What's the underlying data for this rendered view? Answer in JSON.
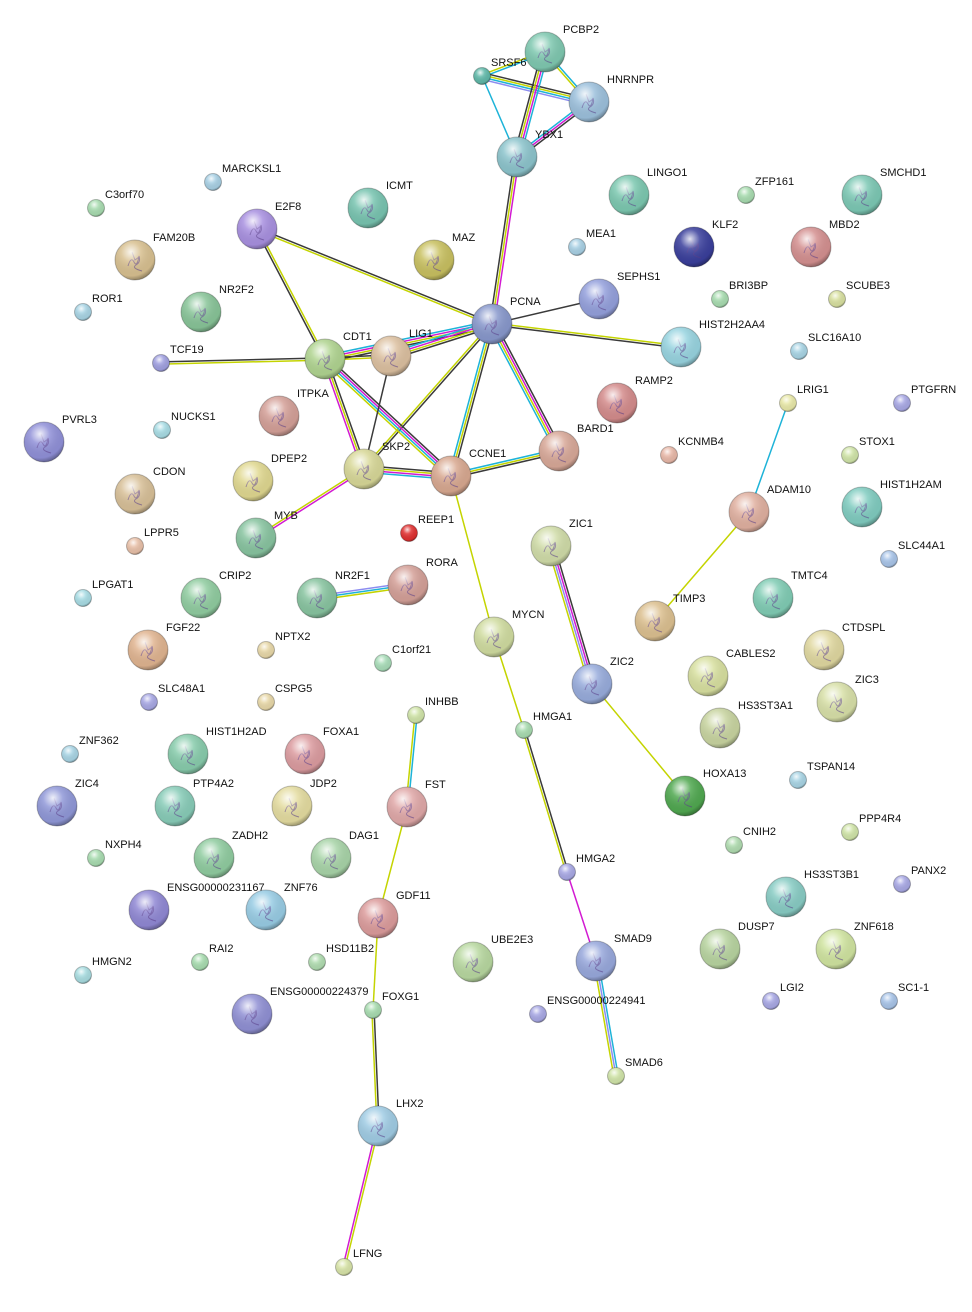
{
  "title": "Protein interaction network",
  "evidence_colors": {
    "black": "#3a3a3a",
    "yellow": "#c4d400",
    "magenta": "#d21ad2",
    "cyan": "#1db3d8",
    "lavender": "#8c8cf0"
  },
  "nodes": [
    {
      "name": "PCBP2",
      "color": "#7fc8b0",
      "big": true
    },
    {
      "name": "SRSF6",
      "color": "#5fb8a8",
      "big": false
    },
    {
      "name": "HNRNPR",
      "color": "#9cc0dc",
      "big": true
    },
    {
      "name": "YBX1",
      "color": "#8cc4cc",
      "big": true
    },
    {
      "name": "MARCKSL1",
      "color": "#a8d0e4",
      "big": false
    },
    {
      "name": "ICMT",
      "color": "#78c4b0",
      "big": true
    },
    {
      "name": "LINGO1",
      "color": "#7cc8b0",
      "big": true
    },
    {
      "name": "ZFP161",
      "color": "#a8dcb0",
      "big": false
    },
    {
      "name": "SMCHD1",
      "color": "#7cc8b4",
      "big": true
    },
    {
      "name": "C3orf70",
      "color": "#a8dcb0",
      "big": false
    },
    {
      "name": "E2F8",
      "color": "#a890e0",
      "big": true
    },
    {
      "name": "MEA1",
      "color": "#a8d0e4",
      "big": false
    },
    {
      "name": "KLF2",
      "color": "#3a3f9c",
      "big": true
    },
    {
      "name": "MBD2",
      "color": "#d49090",
      "big": true
    },
    {
      "name": "FAM20B",
      "color": "#d8c090",
      "big": true
    },
    {
      "name": "MAZ",
      "color": "#c8c060",
      "big": true
    },
    {
      "name": "ROR1",
      "color": "#a8d4e4",
      "big": false
    },
    {
      "name": "NR2F2",
      "color": "#88c498",
      "big": true
    },
    {
      "name": "BRI3BP",
      "color": "#a8dcb0",
      "big": false
    },
    {
      "name": "SEPHS1",
      "color": "#94a0dc",
      "big": true
    },
    {
      "name": "SCUBE3",
      "color": "#d8e0a0",
      "big": false
    },
    {
      "name": "PCNA",
      "color": "#8898cc",
      "big": true
    },
    {
      "name": "HIST2H2AA4",
      "color": "#98d4e0",
      "big": true
    },
    {
      "name": "SLC16A10",
      "color": "#a8d4e4",
      "big": false
    },
    {
      "name": "TCF19",
      "color": "#a0a0e0",
      "big": false
    },
    {
      "name": "CDT1",
      "color": "#b0d490",
      "big": true
    },
    {
      "name": "LIG1",
      "color": "#dcc0a0",
      "big": true
    },
    {
      "name": "PVRL3",
      "color": "#9090d8",
      "big": true
    },
    {
      "name": "NUCKS1",
      "color": "#a8dce4",
      "big": false
    },
    {
      "name": "ITPKA",
      "color": "#d4a098",
      "big": true
    },
    {
      "name": "RAMP2",
      "color": "#d48c8c",
      "big": true
    },
    {
      "name": "LRIG1",
      "color": "#e8e8a8",
      "big": false
    },
    {
      "name": "PTGFRN",
      "color": "#a8a8e4",
      "big": false
    },
    {
      "name": "BARD1",
      "color": "#d8a898",
      "big": true
    },
    {
      "name": "KCNMB4",
      "color": "#e8b8a8",
      "big": false
    },
    {
      "name": "STOX1",
      "color": "#d0e4a8",
      "big": false
    },
    {
      "name": "DPEP2",
      "color": "#e0d890",
      "big": true
    },
    {
      "name": "CDON",
      "color": "#d8c098",
      "big": true
    },
    {
      "name": "SKP2",
      "color": "#d8d898",
      "big": true
    },
    {
      "name": "CCNE1",
      "color": "#d8a890",
      "big": true
    },
    {
      "name": "ADAM10",
      "color": "#e0b0a0",
      "big": true
    },
    {
      "name": "HIST1H2AM",
      "color": "#80ccc0",
      "big": true
    },
    {
      "name": "REEP1",
      "color": "#e03030",
      "big": false
    },
    {
      "name": "MYB",
      "color": "#88c4a0",
      "big": true
    },
    {
      "name": "LPPR5",
      "color": "#e8c0a8",
      "big": false
    },
    {
      "name": "ZIC1",
      "color": "#d0dca8",
      "big": true
    },
    {
      "name": "SLC44A1",
      "color": "#a8c4e8",
      "big": false
    },
    {
      "name": "LPGAT1",
      "color": "#a8dce4",
      "big": false
    },
    {
      "name": "CRIP2",
      "color": "#90cca0",
      "big": true
    },
    {
      "name": "NR2F1",
      "color": "#88c4a0",
      "big": true
    },
    {
      "name": "RORA",
      "color": "#d4a098",
      "big": true
    },
    {
      "name": "TMTC4",
      "color": "#80ccb4",
      "big": true
    },
    {
      "name": "TIMP3",
      "color": "#dcc090",
      "big": true
    },
    {
      "name": "MYCN",
      "color": "#d0dca0",
      "big": true
    },
    {
      "name": "FGF22",
      "color": "#e0b490",
      "big": true
    },
    {
      "name": "NPTX2",
      "color": "#e8d8a8",
      "big": false
    },
    {
      "name": "C1orf21",
      "color": "#a8dcb8",
      "big": false
    },
    {
      "name": "CTDSPL",
      "color": "#e0d8a0",
      "big": true
    },
    {
      "name": "CABLES2",
      "color": "#d8e0a0",
      "big": true
    },
    {
      "name": "ZIC2",
      "color": "#98acdc",
      "big": true
    },
    {
      "name": "SLC48A1",
      "color": "#a8a8e4",
      "big": false
    },
    {
      "name": "CSPG5",
      "color": "#e8d8a8",
      "big": false
    },
    {
      "name": "ZIC3",
      "color": "#d8e0a8",
      "big": true
    },
    {
      "name": "INHBB",
      "color": "#d0e4a8",
      "big": false
    },
    {
      "name": "HMGA1",
      "color": "#a8dcb0",
      "big": false
    },
    {
      "name": "HS3ST3A1",
      "color": "#c8d4a0",
      "big": true
    },
    {
      "name": "ZNF362",
      "color": "#a8d4e4",
      "big": false
    },
    {
      "name": "HIST1H2AD",
      "color": "#88ccac",
      "big": true
    },
    {
      "name": "FOXA1",
      "color": "#dc9ca0",
      "big": true
    },
    {
      "name": "TSPAN14",
      "color": "#a8d4e4",
      "big": false
    },
    {
      "name": "ZIC4",
      "color": "#9098d8",
      "big": true
    },
    {
      "name": "PTP4A2",
      "color": "#88ccb8",
      "big": true
    },
    {
      "name": "JDP2",
      "color": "#e4dca0",
      "big": true
    },
    {
      "name": "FST",
      "color": "#e0a8a8",
      "big": true
    },
    {
      "name": "HOXA13",
      "color": "#50a850",
      "big": true
    },
    {
      "name": "CNIH2",
      "color": "#b0dcb0",
      "big": false
    },
    {
      "name": "PPP4R4",
      "color": "#d0e4a8",
      "big": false
    },
    {
      "name": "NXPH4",
      "color": "#a8dcb0",
      "big": false
    },
    {
      "name": "ZADH2",
      "color": "#90cca0",
      "big": true
    },
    {
      "name": "DAG1",
      "color": "#a8d4a8",
      "big": true
    },
    {
      "name": "HMGA2",
      "color": "#a8a8e4",
      "big": false
    },
    {
      "name": "HS3ST3B1",
      "color": "#88ccc4",
      "big": true
    },
    {
      "name": "PANX2",
      "color": "#a8a8e4",
      "big": false
    },
    {
      "name": "ENSG00000231167",
      "color": "#9088d4",
      "big": true
    },
    {
      "name": "ZNF76",
      "color": "#98cce4",
      "big": true
    },
    {
      "name": "GDF11",
      "color": "#dc9c9c",
      "big": true
    },
    {
      "name": "UBE2E3",
      "color": "#b8d8a0",
      "big": true
    },
    {
      "name": "SMAD9",
      "color": "#98a8dc",
      "big": true
    },
    {
      "name": "DUSP7",
      "color": "#b8d4a0",
      "big": true
    },
    {
      "name": "ZNF618",
      "color": "#d0e4a0",
      "big": true
    },
    {
      "name": "HMGN2",
      "color": "#a8dce0",
      "big": false
    },
    {
      "name": "RAI2",
      "color": "#a8dcb0",
      "big": false
    },
    {
      "name": "HSD11B2",
      "color": "#b0dcb0",
      "big": false
    },
    {
      "name": "ENSG00000224379",
      "color": "#9090d4",
      "big": true
    },
    {
      "name": "FOXG1",
      "color": "#a8dcb0",
      "big": false
    },
    {
      "name": "ENSG00000224941",
      "color": "#a8a8e4",
      "big": false
    },
    {
      "name": "LGI2",
      "color": "#a8a8e4",
      "big": false
    },
    {
      "name": "SC1-1",
      "color": "#a8c4e8",
      "big": false
    },
    {
      "name": "SMAD6",
      "color": "#d0e4a8",
      "big": false
    },
    {
      "name": "LHX2",
      "color": "#a0cce4",
      "big": true
    },
    {
      "name": "LFNG",
      "color": "#d8e4a8",
      "big": false
    }
  ],
  "edges": [
    {
      "a": "SRSF6",
      "b": "PCBP2",
      "evidence": [
        "yellow",
        "cyan"
      ]
    },
    {
      "a": "SRSF6",
      "b": "HNRNPR",
      "evidence": [
        "black",
        "yellow",
        "cyan",
        "lavender"
      ]
    },
    {
      "a": "SRSF6",
      "b": "YBX1",
      "evidence": [
        "cyan"
      ]
    },
    {
      "a": "PCBP2",
      "b": "HNRNPR",
      "evidence": [
        "cyan",
        "yellow"
      ]
    },
    {
      "a": "PCBP2",
      "b": "YBX1",
      "evidence": [
        "cyan",
        "magenta",
        "yellow",
        "black"
      ]
    },
    {
      "a": "HNRNPR",
      "b": "YBX1",
      "evidence": [
        "black",
        "magenta",
        "cyan"
      ]
    },
    {
      "a": "YBX1",
      "b": "PCNA",
      "evidence": [
        "magenta",
        "yellow",
        "black"
      ]
    },
    {
      "a": "E2F8",
      "b": "PCNA",
      "evidence": [
        "black",
        "yellow"
      ]
    },
    {
      "a": "E2F8",
      "b": "CDT1",
      "evidence": [
        "yellow",
        "black"
      ]
    },
    {
      "a": "PCNA",
      "b": "SEPHS1",
      "evidence": [
        "black"
      ]
    },
    {
      "a": "PCNA",
      "b": "HIST2H2AA4",
      "evidence": [
        "yellow",
        "black"
      ]
    },
    {
      "a": "PCNA",
      "b": "CDT1",
      "evidence": [
        "black",
        "yellow",
        "magenta",
        "cyan"
      ]
    },
    {
      "a": "PCNA",
      "b": "LIG1",
      "evidence": [
        "black",
        "yellow",
        "magenta",
        "cyan"
      ]
    },
    {
      "a": "PCNA",
      "b": "SKP2",
      "evidence": [
        "black",
        "yellow"
      ]
    },
    {
      "a": "PCNA",
      "b": "CCNE1",
      "evidence": [
        "black",
        "yellow",
        "cyan"
      ]
    },
    {
      "a": "PCNA",
      "b": "BARD1",
      "evidence": [
        "black",
        "magenta",
        "yellow",
        "cyan"
      ]
    },
    {
      "a": "TCF19",
      "b": "CDT1",
      "evidence": [
        "black",
        "yellow"
      ]
    },
    {
      "a": "CDT1",
      "b": "LIG1",
      "evidence": [
        "black",
        "yellow"
      ]
    },
    {
      "a": "CDT1",
      "b": "SKP2",
      "evidence": [
        "black",
        "yellow",
        "magenta"
      ]
    },
    {
      "a": "CDT1",
      "b": "CCNE1",
      "evidence": [
        "black",
        "magenta",
        "cyan",
        "yellow"
      ]
    },
    {
      "a": "LIG1",
      "b": "SKP2",
      "evidence": [
        "black"
      ]
    },
    {
      "a": "SKP2",
      "b": "CCNE1",
      "evidence": [
        "black",
        "yellow",
        "magenta",
        "cyan"
      ]
    },
    {
      "a": "CCNE1",
      "b": "BARD1",
      "evidence": [
        "cyan",
        "yellow",
        "black"
      ]
    },
    {
      "a": "SKP2",
      "b": "MYB",
      "evidence": [
        "magenta",
        "yellow"
      ]
    },
    {
      "a": "CCNE1",
      "b": "MYCN",
      "evidence": [
        "yellow"
      ]
    },
    {
      "a": "NR2F1",
      "b": "RORA",
      "evidence": [
        "lavender",
        "cyan",
        "yellow"
      ]
    },
    {
      "a": "ZIC1",
      "b": "ZIC2",
      "evidence": [
        "black",
        "magenta",
        "lavender",
        "yellow"
      ]
    },
    {
      "a": "ZIC2",
      "b": "HOXA13",
      "evidence": [
        "yellow"
      ]
    },
    {
      "a": "LRIG1",
      "b": "ADAM10",
      "evidence": [
        "cyan"
      ]
    },
    {
      "a": "ADAM10",
      "b": "TIMP3",
      "evidence": [
        "yellow"
      ]
    },
    {
      "a": "MYCN",
      "b": "HMGA1",
      "evidence": [
        "yellow"
      ]
    },
    {
      "a": "HMGA1",
      "b": "HMGA2",
      "evidence": [
        "black",
        "yellow"
      ]
    },
    {
      "a": "HMGA2",
      "b": "SMAD9",
      "evidence": [
        "magenta"
      ]
    },
    {
      "a": "SMAD9",
      "b": "SMAD6",
      "evidence": [
        "cyan",
        "lavender",
        "yellow"
      ]
    },
    {
      "a": "INHBB",
      "b": "FST",
      "evidence": [
        "cyan",
        "yellow"
      ]
    },
    {
      "a": "FST",
      "b": "GDF11",
      "evidence": [
        "yellow"
      ]
    },
    {
      "a": "GDF11",
      "b": "FOXG1",
      "evidence": [
        "yellow"
      ]
    },
    {
      "a": "FOXG1",
      "b": "LHX2",
      "evidence": [
        "black",
        "yellow"
      ]
    },
    {
      "a": "LHX2",
      "b": "LFNG",
      "evidence": [
        "yellow",
        "magenta"
      ]
    }
  ]
}
